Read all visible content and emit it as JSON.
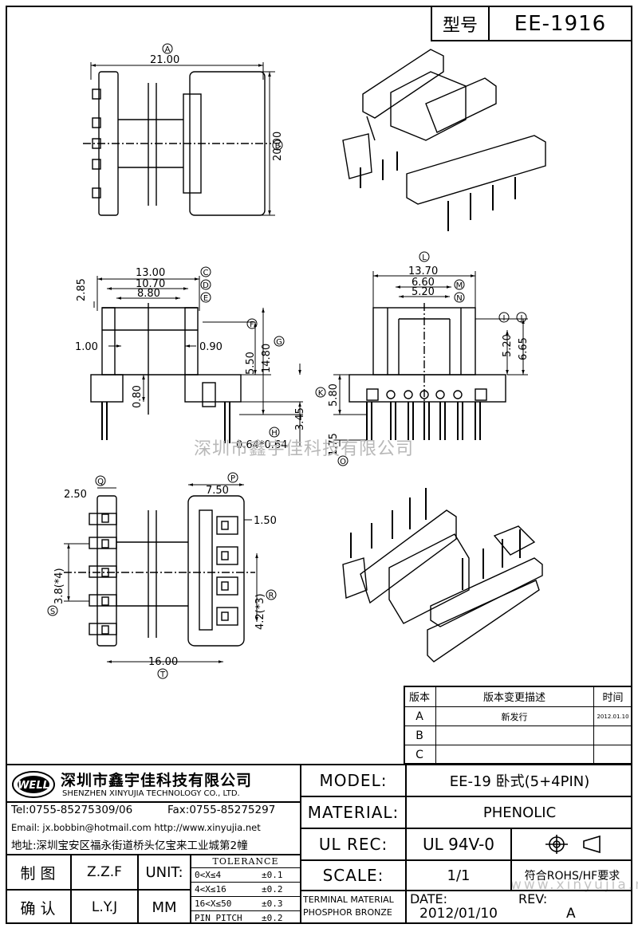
{
  "header": {
    "type_label": "型号",
    "model_code": "EE-1916"
  },
  "watermark": "深圳市鑫宇佳科技有限公司",
  "watermark_url": "www.xinyujia.net",
  "dimensions": {
    "A": "21.00",
    "B": "20.00",
    "C": "13.00",
    "D": "10.70",
    "E": "8.80",
    "F": "5.50",
    "G": "14.80",
    "H": "0.64*0.64",
    "left_gap": "1.00",
    "right_gap": "0.90",
    "pin_h": "0.80",
    "side_h": "2.85",
    "pin_len": "3.45",
    "L": "13.70",
    "M": "6.60",
    "N": "5.20",
    "I": "5.20",
    "J": "6.65",
    "K": "5.80",
    "O": "1.75",
    "Q": "2.50",
    "P": "7.50",
    "pin_off": "1.50",
    "S": "3.8(*4)",
    "R": "4.2(*3)",
    "T": "16.00"
  },
  "dim_markers": [
    "A",
    "B",
    "C",
    "D",
    "E",
    "F",
    "G",
    "H",
    "I",
    "J",
    "K",
    "L",
    "M",
    "N",
    "O",
    "P",
    "Q",
    "R",
    "S",
    "T"
  ],
  "revision_table": {
    "headers": [
      "版本",
      "版本变更描述",
      "时间"
    ],
    "rows": [
      {
        "ver": "A",
        "desc": "新发行",
        "date": "2012.01.10"
      },
      {
        "ver": "B",
        "desc": "",
        "date": ""
      },
      {
        "ver": "C",
        "desc": "",
        "date": ""
      }
    ]
  },
  "company": {
    "logo_text": "WELL",
    "name_cn": "深圳市鑫宇佳科技有限公司",
    "name_en": "SHENZHEN XINYUJIA TECHNOLOGY CO., LTD.",
    "tel": "Tel:0755-85275309/06",
    "fax": "Fax:0755-85275297",
    "email": "Email: jx.bobbin@hotmail.com http://www.xinyujia.net",
    "address": "地址:深圳宝安区福永街道桥头亿宝来工业城第2幢"
  },
  "signoff": {
    "draw_label": "制 图",
    "draw_value": "Z.Z.F",
    "confirm_label": "确 认",
    "confirm_value": "L.Y.J",
    "unit_label": "UNIT:",
    "unit_value": "MM"
  },
  "tolerance": {
    "title": "TOLERANCE",
    "rows": [
      {
        "range": "0<X≤4",
        "tol": "±0.1"
      },
      {
        "range": "4<X≤16",
        "tol": "±0.2"
      },
      {
        "range": "16<X≤50",
        "tol": "±0.3"
      },
      {
        "range": "PIN PITCH",
        "tol": "±0.2"
      }
    ]
  },
  "spec": {
    "model_label": "MODEL:",
    "model_value": "EE-19 卧式(5+4PIN)",
    "material_label": "MATERIAL:",
    "material_value": "PHENOLIC",
    "ulrec_label": "UL REC:",
    "ulrec_value": "UL 94V-0",
    "scale_label": "SCALE:",
    "scale_value": "1/1",
    "rohs": "符合ROHS/HF要求",
    "terminal_label": "TERMINAL MATERIAL",
    "terminal_value": "PHOSPHOR BRONZE",
    "date_label": "DATE:",
    "date_value": "2012/01/10",
    "rev_label": "REV:",
    "rev_value": "A"
  }
}
